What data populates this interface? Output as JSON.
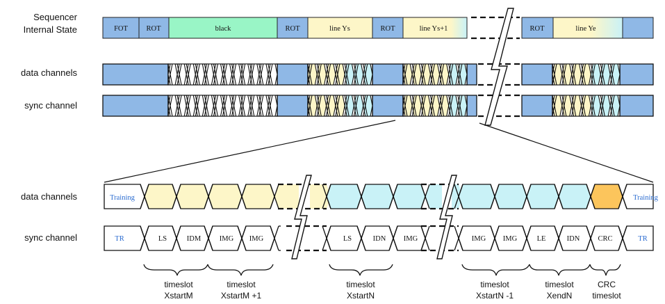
{
  "row_labels": {
    "sequencer_line1": "Sequencer",
    "sequencer_line2": "Internal State",
    "top_data": "data channels",
    "top_sync": "sync channel",
    "bottom_data": "data channels",
    "bottom_sync": "sync channel"
  },
  "sequencer_states": {
    "fot": "FOT",
    "rot": "ROT",
    "black": "black",
    "line_ys": "line Ys",
    "line_ys1": "line Ys+1",
    "line_ye": "line Ye"
  },
  "training": "Training",
  "sync_words": {
    "tr": "TR",
    "ls": "LS",
    "idm": "IDM",
    "img": "IMG",
    "idn": "IDN",
    "le": "LE",
    "crc": "CRC"
  },
  "timeslots": [
    {
      "line1": "timeslot",
      "line2": "XstartM"
    },
    {
      "line1": "timeslot",
      "line2": "XstartM +1"
    },
    {
      "line1": "timeslot",
      "line2": "XstartN"
    },
    {
      "line1": "timeslot",
      "line2": "XstartN -1"
    },
    {
      "line1": "timeslot",
      "line2": "XendN"
    },
    {
      "line1": "CRC",
      "line2": "timeslot"
    }
  ],
  "colors": {
    "blue": "#8fb8e6",
    "green": "#99f5c6",
    "yellow": "#fdf6c8",
    "cyan": "#c9f2f7",
    "orange": "#fcc55c"
  }
}
